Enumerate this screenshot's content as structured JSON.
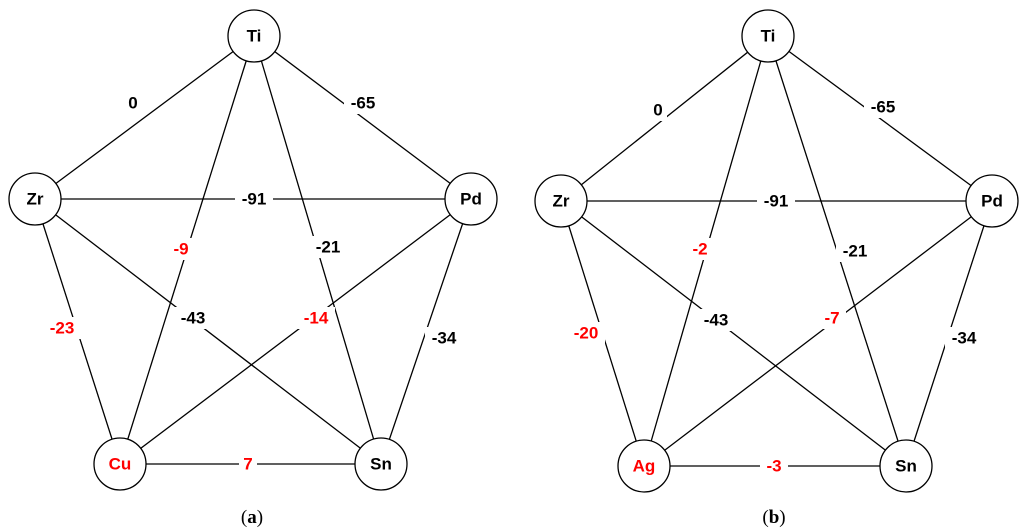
{
  "colors": {
    "normal": "#000000",
    "highlight": "#ff0000"
  },
  "diagrams": [
    {
      "caption_letter": "a",
      "nodes": [
        {
          "id": "ti",
          "label": "Ti",
          "highlight": false
        },
        {
          "id": "zr",
          "label": "Zr",
          "highlight": false
        },
        {
          "id": "pd",
          "label": "Pd",
          "highlight": false
        },
        {
          "id": "cu",
          "label": "Cu",
          "highlight": true
        },
        {
          "id": "sn",
          "label": "Sn",
          "highlight": false
        }
      ],
      "edges": [
        {
          "from": "ti",
          "to": "zr",
          "value": "0",
          "highlight": false
        },
        {
          "from": "ti",
          "to": "pd",
          "value": "-65",
          "highlight": false
        },
        {
          "from": "zr",
          "to": "pd",
          "value": "-91",
          "highlight": false
        },
        {
          "from": "ti",
          "to": "cu",
          "value": "-9",
          "highlight": true
        },
        {
          "from": "ti",
          "to": "sn",
          "value": "-21",
          "highlight": false
        },
        {
          "from": "zr",
          "to": "cu",
          "value": "-23",
          "highlight": true
        },
        {
          "from": "zr",
          "to": "sn",
          "value": "-43",
          "highlight": false
        },
        {
          "from": "pd",
          "to": "cu",
          "value": "-14",
          "highlight": true
        },
        {
          "from": "pd",
          "to": "sn",
          "value": "-34",
          "highlight": false
        },
        {
          "from": "cu",
          "to": "sn",
          "value": "7",
          "highlight": true
        }
      ]
    },
    {
      "caption_letter": "b",
      "nodes": [
        {
          "id": "ti",
          "label": "Ti",
          "highlight": false
        },
        {
          "id": "zr",
          "label": "Zr",
          "highlight": false
        },
        {
          "id": "pd",
          "label": "Pd",
          "highlight": false
        },
        {
          "id": "ag",
          "label": "Ag",
          "highlight": true
        },
        {
          "id": "sn",
          "label": "Sn",
          "highlight": false
        }
      ],
      "edges": [
        {
          "from": "ti",
          "to": "zr",
          "value": "0",
          "highlight": false
        },
        {
          "from": "ti",
          "to": "pd",
          "value": "-65",
          "highlight": false
        },
        {
          "from": "zr",
          "to": "pd",
          "value": "-91",
          "highlight": false
        },
        {
          "from": "ti",
          "to": "ag",
          "value": "-2",
          "highlight": true
        },
        {
          "from": "ti",
          "to": "sn",
          "value": "-21",
          "highlight": false
        },
        {
          "from": "zr",
          "to": "ag",
          "value": "-20",
          "highlight": true
        },
        {
          "from": "zr",
          "to": "sn",
          "value": "-43",
          "highlight": false
        },
        {
          "from": "pd",
          "to": "ag",
          "value": "-7",
          "highlight": true
        },
        {
          "from": "pd",
          "to": "sn",
          "value": "-34",
          "highlight": false
        },
        {
          "from": "ag",
          "to": "sn",
          "value": "-3",
          "highlight": true
        }
      ]
    }
  ]
}
